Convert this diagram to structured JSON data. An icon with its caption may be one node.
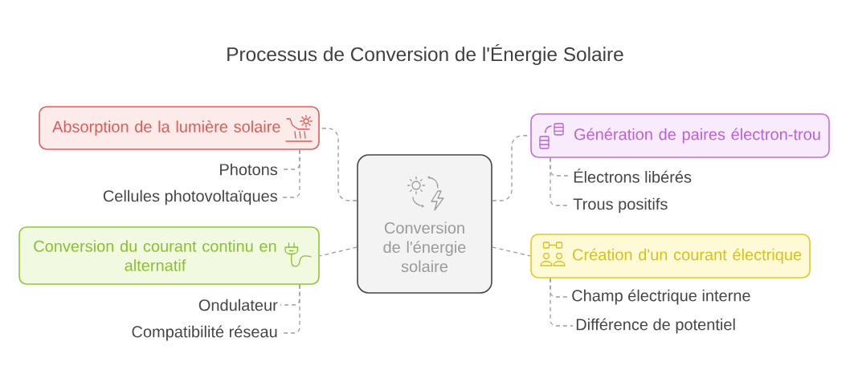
{
  "diagram": {
    "title": "Processus de Conversion de l'Énergie Solaire",
    "nodes": [
      {
        "text": [
          "Conversion de l'énergie solaire"
        ]
      },
      {
        "text": [
          "Absorption de la lumière solaire"
        ]
      },
      {
        "text": [
          "Photons"
        ]
      },
      {
        "text": [
          "Cellules photovoltaïques"
        ]
      },
      {
        "text": [
          "Génération de paires électron-trou"
        ]
      },
      {
        "text": [
          "Électrons libérés"
        ]
      },
      {
        "text": [
          "Trous positifs"
        ]
      },
      {
        "text": [
          "Conversion du courant continu en alternatif"
        ]
      },
      {
        "text": [
          "Ondulateur"
        ]
      },
      {
        "text": [
          "Compatibilité réseau"
        ]
      },
      {
        "text": [
          "Création d'un courant électrique"
        ]
      },
      {
        "text": [
          "Champ électrique interne"
        ]
      },
      {
        "text": [
          "Différence de potentiel"
        ]
      }
    ],
    "edges": [
      {
        "from": 0,
        "to": 1,
        "arrow": "none",
        "style": "dashed"
      },
      {
        "from": 1,
        "to": 2,
        "arrow": "none",
        "style": "dashed"
      },
      {
        "from": 1,
        "to": 3,
        "arrow": "none",
        "style": "dashed"
      },
      {
        "from": 0,
        "to": 4,
        "arrow": "none",
        "style": "dashed"
      },
      {
        "from": 4,
        "to": 5,
        "arrow": "none",
        "style": "dashed"
      },
      {
        "from": 4,
        "to": 6,
        "arrow": "none",
        "style": "dashed"
      },
      {
        "from": 0,
        "to": 7,
        "arrow": "none",
        "style": "dashed"
      },
      {
        "from": 7,
        "to": 8,
        "arrow": "none",
        "style": "dashed"
      },
      {
        "from": 7,
        "to": 9,
        "arrow": "none",
        "style": "dashed"
      },
      {
        "from": 0,
        "to": 10,
        "arrow": "none",
        "style": "dashed"
      },
      {
        "from": 10,
        "to": 11,
        "arrow": "none",
        "style": "dashed"
      },
      {
        "from": 10,
        "to": 12,
        "arrow": "none",
        "style": "dashed"
      }
    ]
  }
}
